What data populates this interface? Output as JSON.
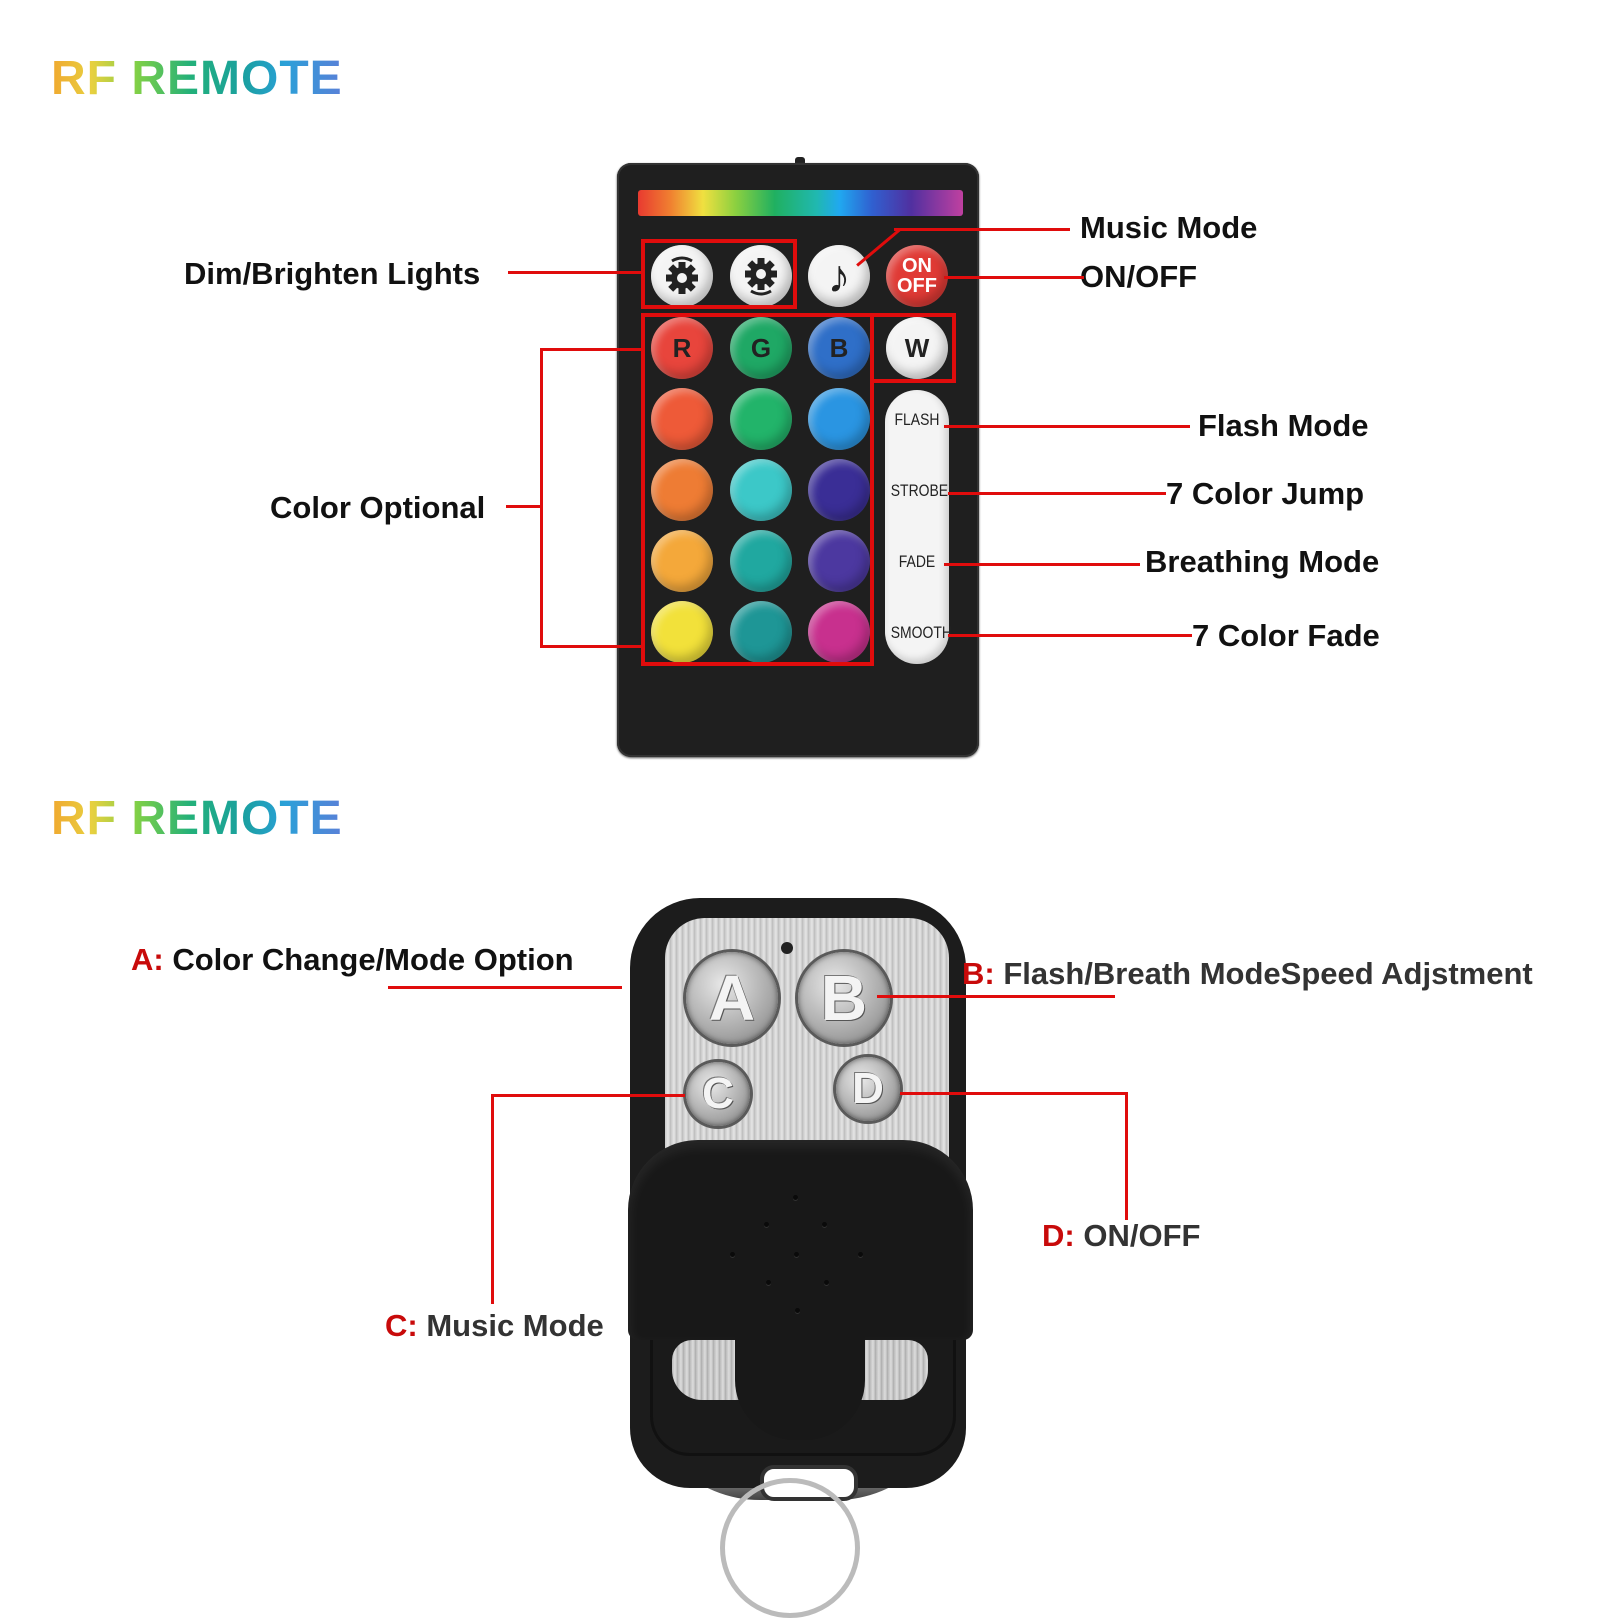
{
  "sections": [
    {
      "title": "RF REMOTE",
      "remote_type": "24-key IR color remote",
      "labels": {
        "dim_brighten": "Dim/Brighten Lights",
        "color_optional": "Color Optional",
        "music_mode": "Music Mode",
        "on_off": "ON/OFF",
        "flash_mode": "Flash Mode",
        "color_jump": "7 Color Jump",
        "breathing_mode": "Breathing Mode",
        "color_fade": "7 Color Fade"
      },
      "buttons": {
        "brightness_up": "brightness-up",
        "brightness_down": "brightness-down",
        "music": "♪",
        "on": "ON",
        "off": "OFF",
        "r": "R",
        "g": "G",
        "b": "B",
        "w": "W",
        "flash": "FLASH",
        "strobe": "STROBE",
        "fade": "FADE",
        "smooth": "SMOOTH"
      },
      "color_grid": [
        [
          "#e8453c",
          "#1fa865",
          "#2f6fc8"
        ],
        [
          "#ee5a38",
          "#22b46a",
          "#2a95e2"
        ],
        [
          "#ee7c34",
          "#3cc8c8",
          "#3a2e96"
        ],
        [
          "#f4a83a",
          "#20a8a0",
          "#4c38a0"
        ],
        [
          "#f2e13a",
          "#1e9696",
          "#c8308e"
        ]
      ]
    },
    {
      "title": "RF REMOTE",
      "remote_type": "4-button key fob",
      "labels": {
        "a_key": "A:",
        "a_text": "Color Change/Mode Option",
        "b_key": "B:",
        "b_text": "Flash/Breath ModeSpeed Adjstment",
        "c_key": "C:",
        "c_text": "Music Mode",
        "d_key": "D:",
        "d_text": "ON/OFF"
      },
      "buttons": {
        "a": "A",
        "b": "B",
        "c": "C",
        "d": "D"
      }
    }
  ],
  "colors": {
    "callout_red": "#e00c0c",
    "key_letter_red": "#c80a0a",
    "remote_body": "#1f1f1f"
  }
}
